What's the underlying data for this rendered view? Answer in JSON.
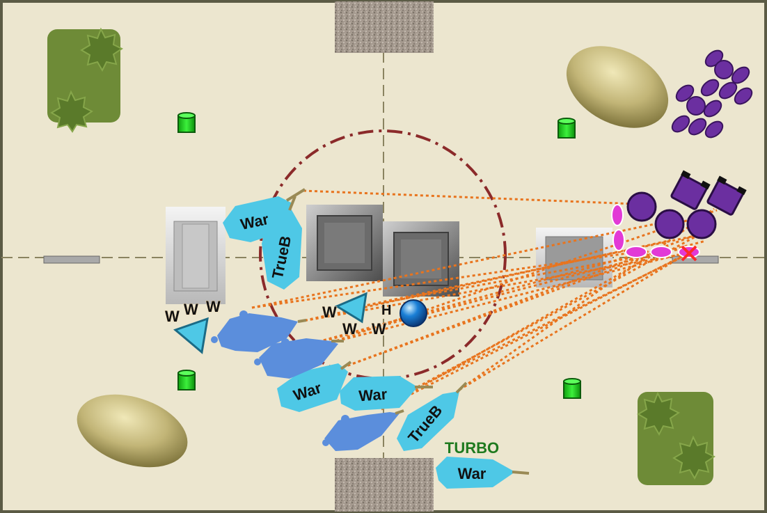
{
  "colors": {
    "board": "#ece6cf",
    "border": "#5b5b45",
    "friendly_light": "#4ec8e6",
    "friendly_dark": "#5b8edc",
    "enemy": "#6b2fa0",
    "enemy_marker": "#e23ad6",
    "shot_lines": "#e8741e",
    "range_ring": "#8b2a2a",
    "objective": "#1ed01e",
    "forest": "#6e8b37",
    "rock": "#b8ae6a",
    "rubble": "#a59a8f"
  },
  "units": {
    "war_1": "War",
    "trueb_1": "TrueB",
    "war_2": "War",
    "war_3": "War",
    "trueb_2": "TrueB",
    "war_turbo": "War"
  },
  "labels": {
    "turbo": "TURBO",
    "w1": "W",
    "w2": "W",
    "w3": "W",
    "w4": "W",
    "w5": "W",
    "w6": "W",
    "h": "H"
  },
  "icons": {
    "objective": "green-cylinder-icon",
    "orb": "blue-sphere-icon",
    "kill": "red-x-icon",
    "waypoint": "cyan-triangle-icon"
  }
}
